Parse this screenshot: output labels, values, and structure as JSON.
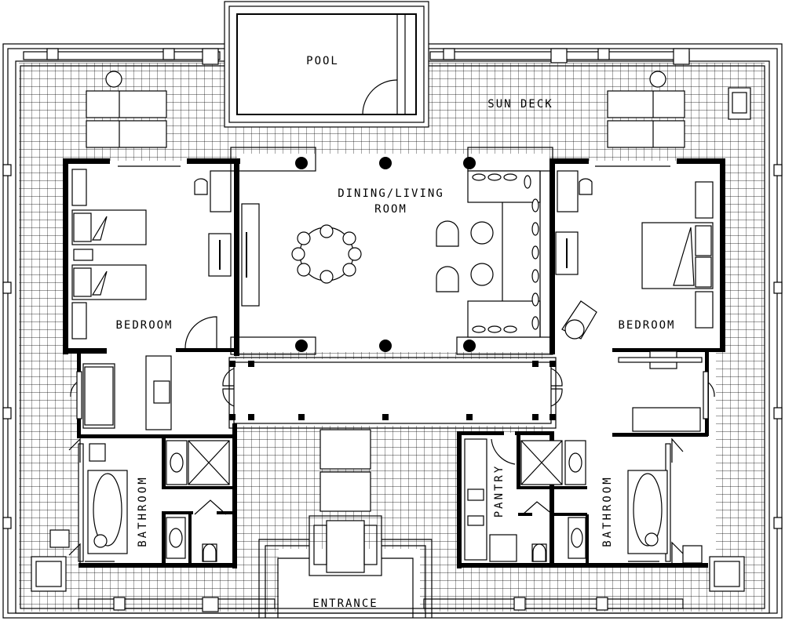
{
  "plan": {
    "labels": {
      "pool": "POOL",
      "sun_deck": "SUN DECK",
      "dining_living": [
        "DINING/LIVING",
        "ROOM"
      ],
      "bedroom_left": "BEDROOM",
      "bedroom_right": "BEDROOM",
      "bathroom_left": "BATHROOM",
      "bathroom_right": "BATHROOM",
      "pantry": "PANTRY",
      "entrance": "ENTRANCE"
    },
    "colors": {
      "line": "#000000",
      "background": "#ffffff",
      "tile_grid": "#000000"
    }
  }
}
